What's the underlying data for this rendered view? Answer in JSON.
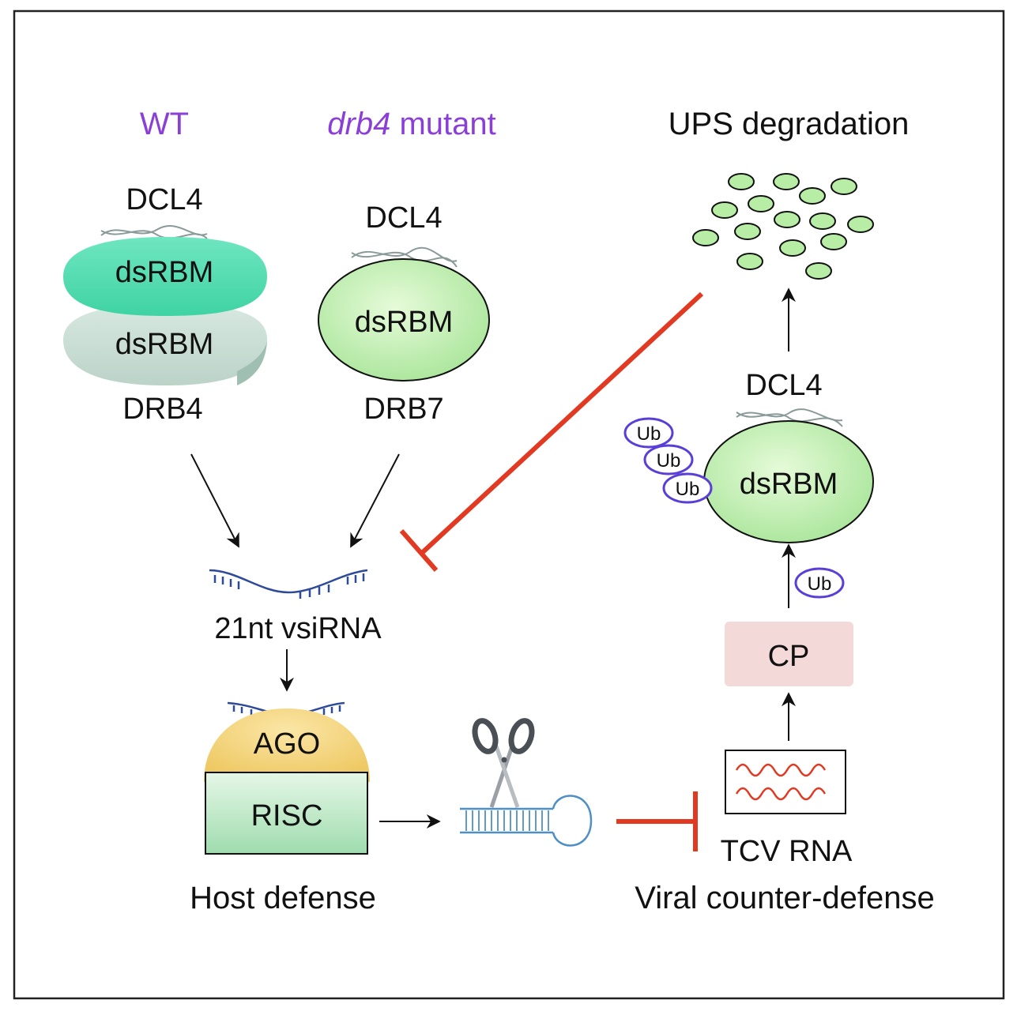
{
  "colors": {
    "purple_label": "#8a3fd6",
    "inhibit_red": "#e23a22",
    "ub_ring": "#5a3fd6",
    "mint": "#4fdcae",
    "pale_teal": "#c9dcd3",
    "light_green": "#cdf3b8",
    "ago_yellow": "#f3d27a",
    "cp_pink": "#f4d9d9"
  },
  "labels": {
    "wt": "WT",
    "drb4_italic": "drb4",
    "mutant": " mutant",
    "ups": "UPS degradation",
    "dcl4": "DCL4",
    "dsrbm": "dsRBM",
    "drb4": "DRB4",
    "drb7": "DRB7",
    "vsirna": "21nt vsiRNA",
    "ago": "AGO",
    "risc": "RISC",
    "host_defense": "Host defense",
    "cp": "CP",
    "ub": "Ub",
    "tcv_rna": "TCV RNA",
    "viral_counter": "Viral counter-defense"
  },
  "icons": [
    "scissors-icon",
    "rna-hairpin-icon",
    "dsrna-strand-icon",
    "viral-rna-wave-icon"
  ]
}
